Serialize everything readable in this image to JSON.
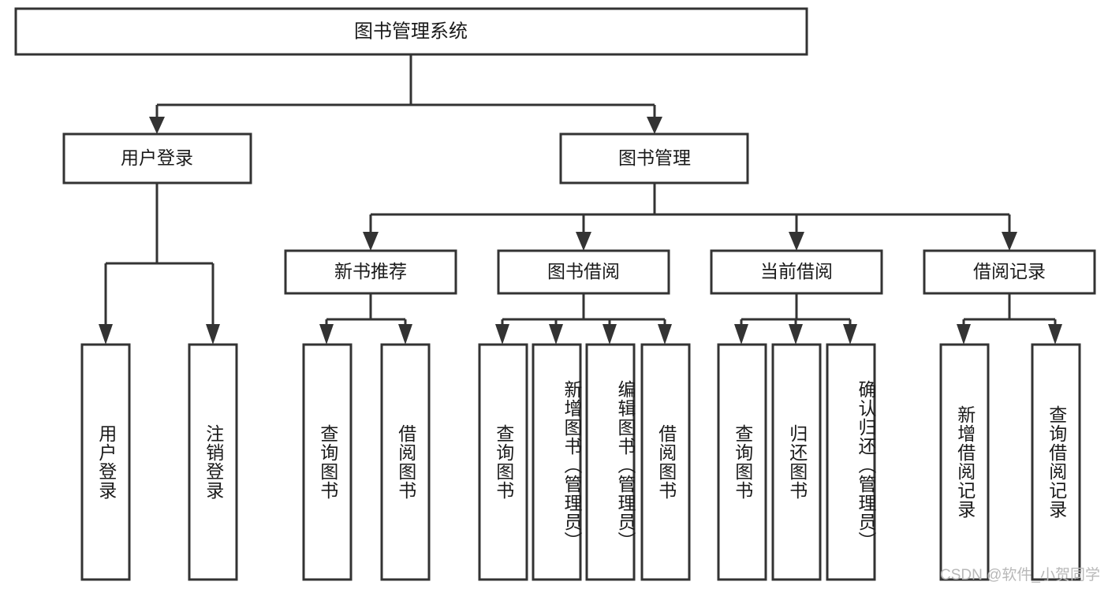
{
  "diagram": {
    "type": "tree-hierarchy",
    "title": "图书管理系统",
    "orientation": "top-down",
    "root": {
      "label": "图书管理系统",
      "id": "root"
    },
    "level2": [
      {
        "id": "user-login",
        "label": "用户登录"
      },
      {
        "id": "book-manage",
        "label": "图书管理"
      }
    ],
    "level3": [
      {
        "id": "new-book-recommend",
        "label": "新书推荐",
        "parent": "book-manage"
      },
      {
        "id": "book-borrow",
        "label": "图书借阅",
        "parent": "book-manage"
      },
      {
        "id": "current-borrow",
        "label": "当前借阅",
        "parent": "book-manage"
      },
      {
        "id": "borrow-record",
        "label": "借阅记录",
        "parent": "book-manage"
      }
    ],
    "leaves": {
      "user-login": [
        {
          "id": "leaf-user-login",
          "label": "用户登录"
        },
        {
          "id": "leaf-logout-login",
          "label": "注销登录"
        }
      ],
      "new-book-recommend": [
        {
          "id": "leaf-query-book-1",
          "label": "查询图书"
        },
        {
          "id": "leaf-borrow-book-1",
          "label": "借阅图书"
        }
      ],
      "book-borrow": [
        {
          "id": "leaf-query-book-2",
          "label": "查询图书"
        },
        {
          "id": "leaf-add-book",
          "label": "新增图书（管理员）"
        },
        {
          "id": "leaf-edit-book",
          "label": "编辑图书（管理员）"
        },
        {
          "id": "leaf-borrow-book-2",
          "label": "借阅图书"
        }
      ],
      "current-borrow": [
        {
          "id": "leaf-query-book-3",
          "label": "查询图书"
        },
        {
          "id": "leaf-return-book",
          "label": "归还图书"
        },
        {
          "id": "leaf-confirm-return",
          "label": "确认归还（管理员）"
        }
      ],
      "borrow-record": [
        {
          "id": "leaf-add-record",
          "label": "新增借阅记录"
        },
        {
          "id": "leaf-query-record",
          "label": "查询借阅记录"
        }
      ]
    },
    "colors": {
      "box_stroke": "#333333",
      "box_fill": "#ffffff",
      "text": "#1a1a1a",
      "connector": "#333333",
      "watermark": "#b8b8b8",
      "background": "#ffffff"
    }
  },
  "watermark": {
    "text": "CSDN @软件_小贺同学"
  }
}
